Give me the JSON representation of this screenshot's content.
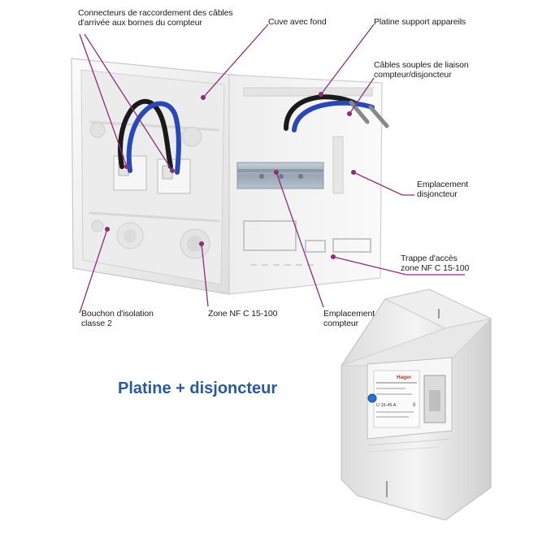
{
  "labels": {
    "connecteurs": "Connecteurs de raccordement des câbles\nd'arrivée aux bornes du compteur",
    "cuve": "Cuve avec fond",
    "platine_support": "Platine support appareils",
    "cables_souples": "Câbles souples de liaison\ncompteur/disjoncteur",
    "emplacement_disjoncteur": "Emplacement\ndisjoncteur",
    "trappe": "Trappe d'accès\nzone NF C 15-100",
    "bouchon": "Bouchon d'isolation\nclasse 2",
    "zone_nfc": "Zone NF C 15-100",
    "emplacement_compteur": "Emplacement\ncompteur"
  },
  "caption": "Platine + disjoncteur",
  "breaker": {
    "brand": "Hager",
    "rating": "U 15-45 A",
    "position": "0"
  },
  "colors": {
    "leader": "#8b2f7a",
    "caption": "#2b5a9b",
    "cable_blue": "#2848b8",
    "enclosure": "#f2f2f2",
    "rail": "#a9b4c0"
  }
}
